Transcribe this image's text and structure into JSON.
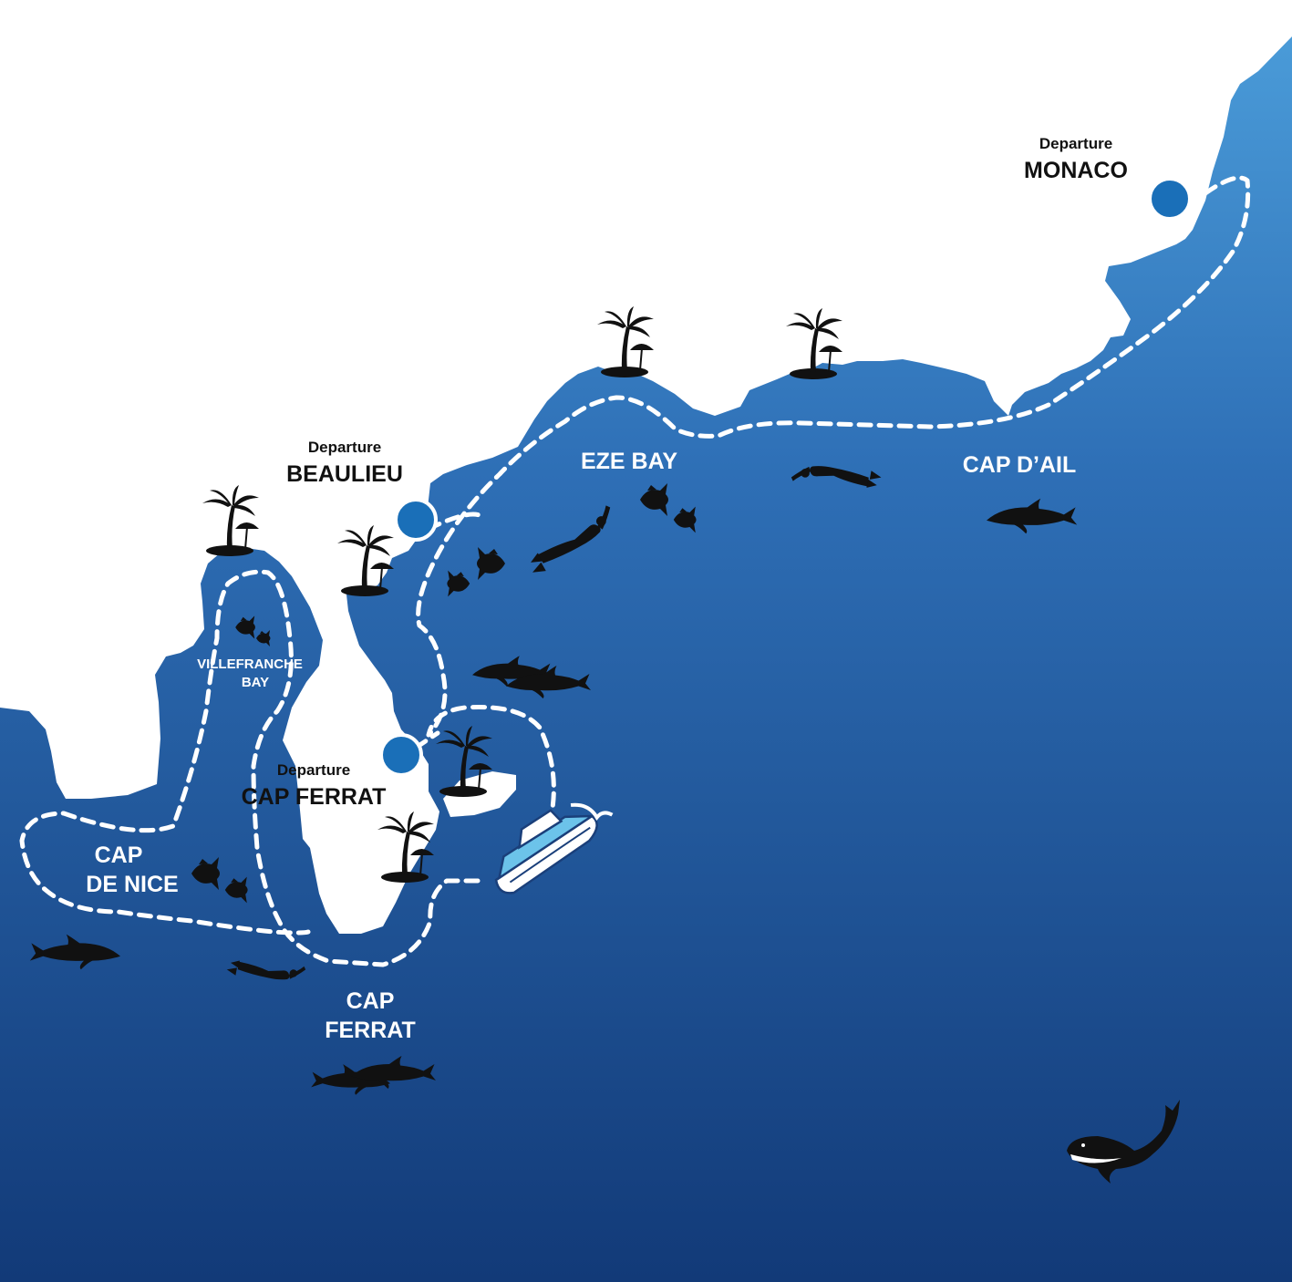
{
  "colors": {
    "sea_top": "#4a9bd8",
    "sea_mid": "#2e6fb6",
    "sea_bottom": "#123a78",
    "land": "#ffffff",
    "departure_marker": "#1a6fb8",
    "route": "#ffffff",
    "silhouette": "#111111"
  },
  "departures": [
    {
      "id": "monaco",
      "caption": "Departure",
      "name": "MONACO"
    },
    {
      "id": "beaulieu",
      "caption": "Departure",
      "name": "BEAULIEU"
    },
    {
      "id": "cap-ferrat",
      "caption": "Departure",
      "name": "CAP FERRAT"
    }
  ],
  "sea_labels": {
    "eze_bay": "EZE BAY",
    "cap_dail": "CAP D’AIL",
    "villefranche_line1": "VILLEFRANCHE",
    "villefranche_line2": "BAY",
    "cap_de_nice_line1": "CAP",
    "cap_de_nice_line2": "DE NICE",
    "cap_ferrat_line1": "CAP",
    "cap_ferrat_line2": "FERRAT"
  },
  "icons": {
    "palm_tree": "palm-tree-icon",
    "fish": "tropical-fish-icon",
    "dolphin": "dolphin-icon",
    "diver": "scuba-diver-icon",
    "whale": "whale-icon",
    "boat": "speedboat-icon",
    "marker": "departure-marker-icon"
  }
}
